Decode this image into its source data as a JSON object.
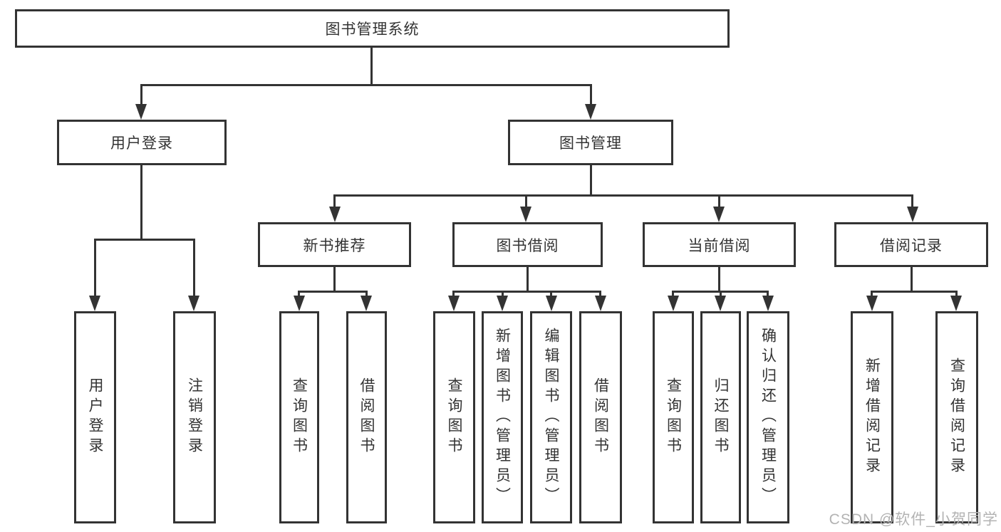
{
  "nodes": {
    "root": {
      "label": "图书管理系统"
    },
    "user_login": {
      "label": "用户登录"
    },
    "book_mgmt": {
      "label": "图书管理"
    },
    "new_book_rec": {
      "label": "新书推荐"
    },
    "book_borrow": {
      "label": "图书借阅"
    },
    "current_borrow": {
      "label": "当前借阅"
    },
    "borrow_records": {
      "label": "借阅记录"
    },
    "leaf_user_login": {
      "label": "用户登录"
    },
    "leaf_logout": {
      "label": "注销登录"
    },
    "leaf_query_book_1": {
      "label": "查询图书"
    },
    "leaf_borrow_book_1": {
      "label": "借阅图书"
    },
    "leaf_query_book_2": {
      "label": "查询图书"
    },
    "leaf_add_book": {
      "label": "新增图书（管理员）"
    },
    "leaf_edit_book": {
      "label": "编辑图书（管理员）"
    },
    "leaf_borrow_book_2": {
      "label": "借阅图书"
    },
    "leaf_query_book_3": {
      "label": "查询图书"
    },
    "leaf_return_book": {
      "label": "归还图书"
    },
    "leaf_confirm_return": {
      "label": "确认归还（管理员）"
    },
    "leaf_add_record": {
      "label": "新增借阅记录"
    },
    "leaf_query_record": {
      "label": "查询借阅记录"
    }
  },
  "hierarchy": {
    "root": [
      "user_login",
      "book_mgmt"
    ],
    "user_login": [
      "leaf_user_login",
      "leaf_logout"
    ],
    "book_mgmt": [
      "new_book_rec",
      "book_borrow",
      "current_borrow",
      "borrow_records"
    ],
    "new_book_rec": [
      "leaf_query_book_1",
      "leaf_borrow_book_1"
    ],
    "book_borrow": [
      "leaf_query_book_2",
      "leaf_add_book",
      "leaf_edit_book",
      "leaf_borrow_book_2"
    ],
    "current_borrow": [
      "leaf_query_book_3",
      "leaf_return_book",
      "leaf_confirm_return"
    ],
    "borrow_records": [
      "leaf_add_record",
      "leaf_query_record"
    ]
  },
  "watermark": {
    "text": "CSDN @软件_小贺同学"
  },
  "colors": {
    "line": "#333333",
    "text": "#333333",
    "background": "#ffffff",
    "watermark": "#b3b3b3"
  }
}
